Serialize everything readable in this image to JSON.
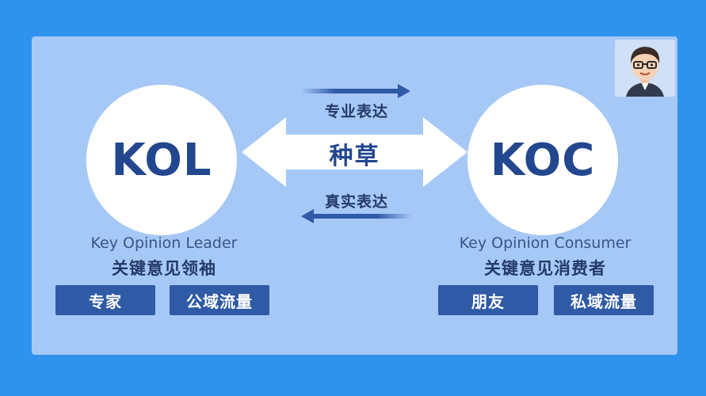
{
  "diagram": {
    "left": {
      "circle_label": "KOL",
      "subtitle_en": "Key Opinion Leader",
      "subtitle_cn": "关键意见领袖",
      "tags": [
        "专家",
        "公域流量"
      ]
    },
    "right": {
      "circle_label": "KOC",
      "subtitle_en": "Key Opinion Consumer",
      "subtitle_cn": "关键意见消费者",
      "tags": [
        "朋友",
        "私域流量"
      ]
    },
    "center": {
      "label": "种草",
      "top_arrow_label": "专业表达",
      "bottom_arrow_label": "真实表达"
    }
  },
  "colors": {
    "outer_background": "#2f93ee",
    "panel": "#a6c8f7",
    "dark_blue_text": "#23478f",
    "tag_background": "#2f5aa5",
    "circle": "#ffffff"
  },
  "icons": {
    "avatar": "cartoon-avatar-icon",
    "double_arrow": "double-arrow-icon",
    "right_arrow": "right-arrow-icon",
    "left_arrow": "left-arrow-icon"
  }
}
